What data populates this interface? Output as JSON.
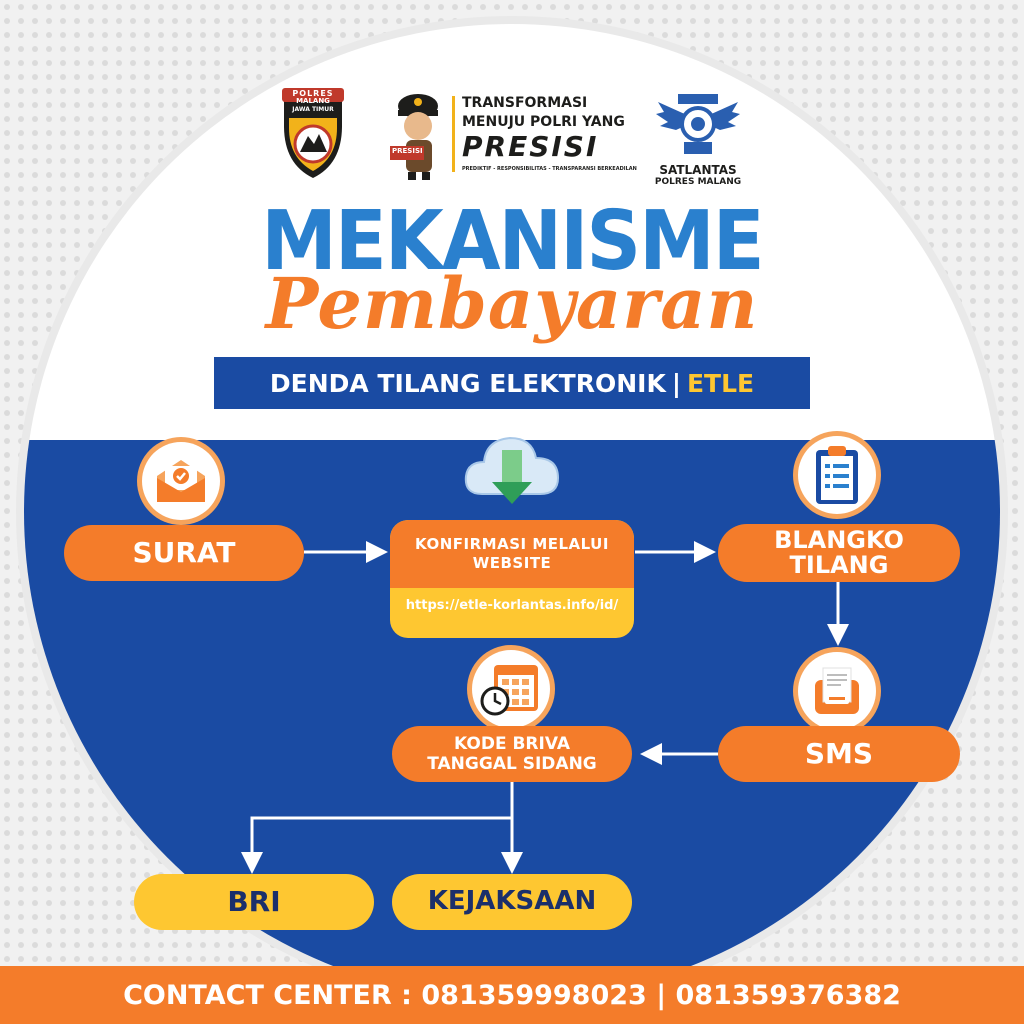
{
  "header": {
    "polres_badge_top": "POLRES",
    "polres_badge_name": "MALANG",
    "polres_badge_region": "JAWA TIMUR",
    "presisi_line1": "TRANSFORMASI",
    "presisi_line2": "MENUJU POLRI YANG",
    "presisi_brand": "PRESISI",
    "presisi_tagline": "PREDIKTIF - RESPONSIBILITAS - TRANSPARANSI BERKEADILAN",
    "presisi_mascot_badge": "PRESISI",
    "satlantas_line1": "SATLANTAS",
    "satlantas_line2": "POLRES MALANG"
  },
  "title": {
    "main": "MEKANISME",
    "script": "Pembayaran"
  },
  "banner": {
    "main": "DENDA TILANG ELEKTRONIK",
    "separator": "|",
    "accent": "ETLE"
  },
  "flow": {
    "surat": "SURAT",
    "konfirmasi": "KONFIRMASI MELALUI\nWEBSITE",
    "website_url": "https://etle-korlantas.info/id/",
    "blangko": "BLANGKO\nTILANG",
    "sms": "SMS",
    "kode_briva": "KODE BRIVA\nTANGGAL SIDANG",
    "bri": "BRI",
    "kejaksaan": "KEJAKSAAN"
  },
  "footer": {
    "contact": "CONTACT CENTER : 081359998023 | 081359376382"
  },
  "colors": {
    "blue": "#1a4ba3",
    "title_blue": "#2a80ce",
    "orange": "#f47c2a",
    "yellow": "#fec731",
    "navy_text": "#1b2f6b"
  },
  "icons": [
    "envelope-check-icon",
    "cloud-download-icon",
    "clipboard-icon",
    "calendar-clock-icon",
    "receipt-phone-icon"
  ]
}
